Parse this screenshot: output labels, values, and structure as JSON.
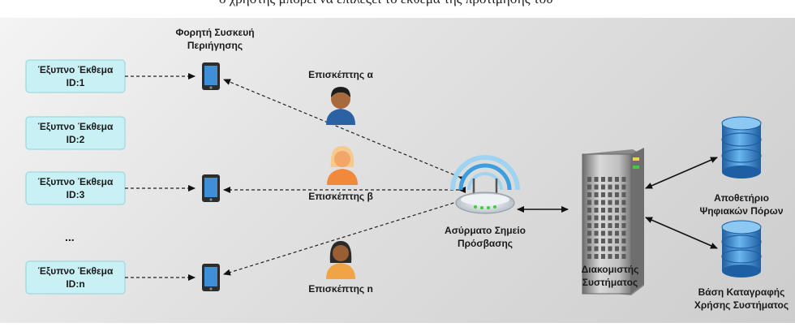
{
  "top_caption": "ο χρήστης μπορεί να επιλέξει το έκθεμα της προτίμησής του",
  "exhibits": [
    {
      "name": "Έξυπνο Έκθεμα",
      "id": "ID:1"
    },
    {
      "name": "Έξυπνο Έκθεμα",
      "id": "ID:2"
    },
    {
      "name": "Έξυπνο Έκθεμα",
      "id": "ID:3"
    },
    {
      "name": "Έξυπνο Έκθεμα",
      "id": "ID:n"
    }
  ],
  "ellipsis": "...",
  "device_label": [
    "Φορητή Συσκευή",
    "Περιήγησης"
  ],
  "visitors": [
    "Επισκέπτης α",
    "Επισκέπτης β",
    "Επισκέπτης n"
  ],
  "access_point_label": [
    "Ασύρματο Σημείο",
    "Πρόσβασης"
  ],
  "server_label": [
    "Διακομιστής",
    "Συστήματος"
  ],
  "repository_label": [
    "Αποθετήριο",
    "Ψηφιακών Πόρων"
  ],
  "logdb_label": [
    "Βάση Καταγραφής",
    "Χρήσης Συστήματος"
  ],
  "colors": {
    "box_fill": "#c9f1f5",
    "box_border": "#8fd3dc",
    "database": "#3a86c8",
    "visitor_a_shirt": "#2a62a4",
    "visitor_b": "#f08a3a",
    "visitor_n_shirt": "#f0a445"
  }
}
